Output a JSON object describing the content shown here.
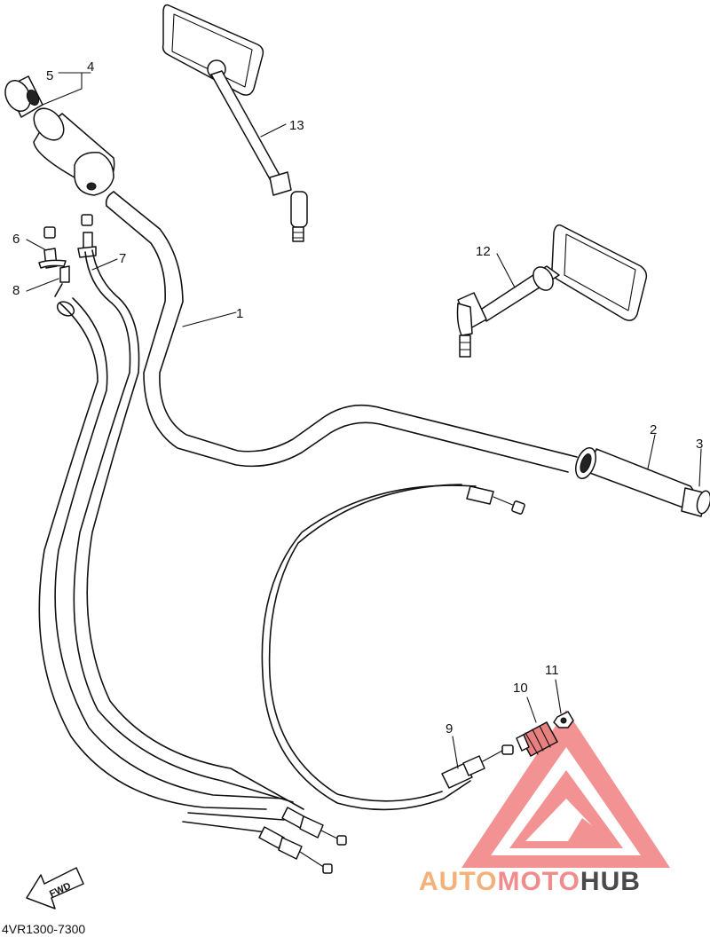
{
  "diagram": {
    "part_labels": [
      "1",
      "2",
      "3",
      "4",
      "5",
      "6",
      "7",
      "8",
      "9",
      "10",
      "11",
      "12",
      "13"
    ],
    "diagram_code": "4VR1300-7300",
    "direction_arrow_text": "FWD"
  },
  "watermark": {
    "brand_part1": "AUTO",
    "brand_part2": "MOTO",
    "brand_part3": "HUB",
    "colors": {
      "auto": "#f3b079",
      "moto": "#f08c8c",
      "hub": "#4a4a4a",
      "triangle": "#f07f7f"
    },
    "logo_icon": "triangle-logo-icon"
  },
  "colors": {
    "line": "#111111",
    "background": "#ffffff",
    "highlight_part_10": "#e98080"
  }
}
